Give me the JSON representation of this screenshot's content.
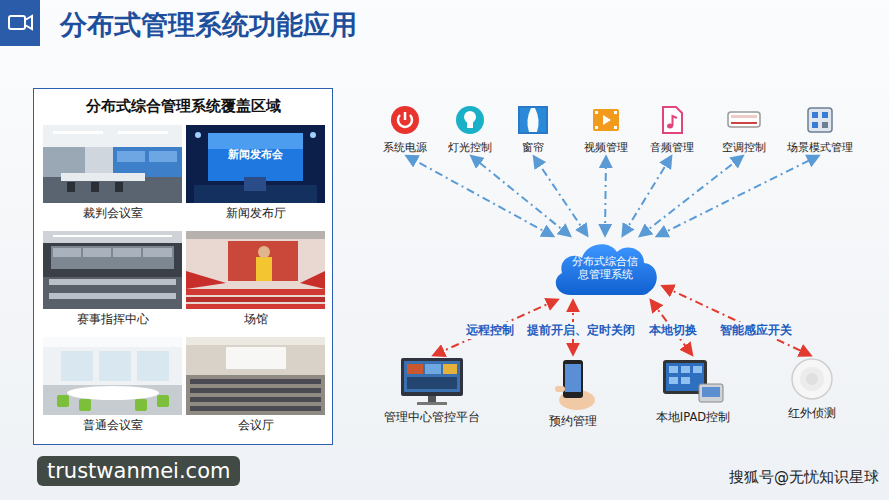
{
  "diagram": {
    "title": "分布式管理系统功能应用",
    "nodes": [
      {
        "text": [
          "分布式综合管理系统覆盖区域"
        ]
      },
      {
        "text": [
          "裁判会议室"
        ],
        "in": 0
      },
      {
        "text": [
          "新闻发布厅"
        ],
        "in": 0
      },
      {
        "text": [
          "赛事指挥中心"
        ],
        "in": 0
      },
      {
        "text": [
          "场馆"
        ],
        "in": 0
      },
      {
        "text": [
          "普通会议室"
        ],
        "in": 0
      },
      {
        "text": [
          "会议厅"
        ],
        "in": 0
      },
      {
        "text": [
          "系统电源"
        ]
      },
      {
        "text": [
          "灯光控制"
        ]
      },
      {
        "text": [
          "窗帘"
        ]
      },
      {
        "text": [
          "视频管理"
        ]
      },
      {
        "text": [
          "音频管理"
        ]
      },
      {
        "text": [
          "空调控制"
        ]
      },
      {
        "text": [
          "场景模式管理"
        ]
      },
      {
        "text": [
          "分布式综合信息管理系统"
        ]
      },
      {
        "text": [
          "管理中心管控平台"
        ]
      },
      {
        "text": [
          "预约管理"
        ]
      },
      {
        "text": [
          "本地IPAD控制"
        ]
      },
      {
        "text": [
          "红外侦测"
        ]
      }
    ],
    "edges": [
      {
        "from": 14,
        "to": 7,
        "arrow": "both"
      },
      {
        "from": 14,
        "to": 8,
        "arrow": "both"
      },
      {
        "from": 14,
        "to": 9,
        "arrow": "both"
      },
      {
        "from": 14,
        "to": 10,
        "arrow": "both"
      },
      {
        "from": 14,
        "to": 11,
        "arrow": "both"
      },
      {
        "from": 14,
        "to": 12,
        "arrow": "both"
      },
      {
        "from": 14,
        "to": 13,
        "arrow": "both"
      },
      {
        "from": 14,
        "to": 15,
        "label": "远程控制",
        "arrow": "both"
      },
      {
        "from": 14,
        "to": 16,
        "label": "提前开启、定时关闭",
        "arrow": "both"
      },
      {
        "from": 14,
        "to": 17,
        "label": "本地切换",
        "arrow": "both"
      },
      {
        "from": 14,
        "to": 18,
        "label": "智能感应开关",
        "arrow": "both"
      }
    ],
    "labels": [
      "新闻发布会",
      "trustwanmei.com",
      "搜狐号@无忧知识星球"
    ]
  }
}
